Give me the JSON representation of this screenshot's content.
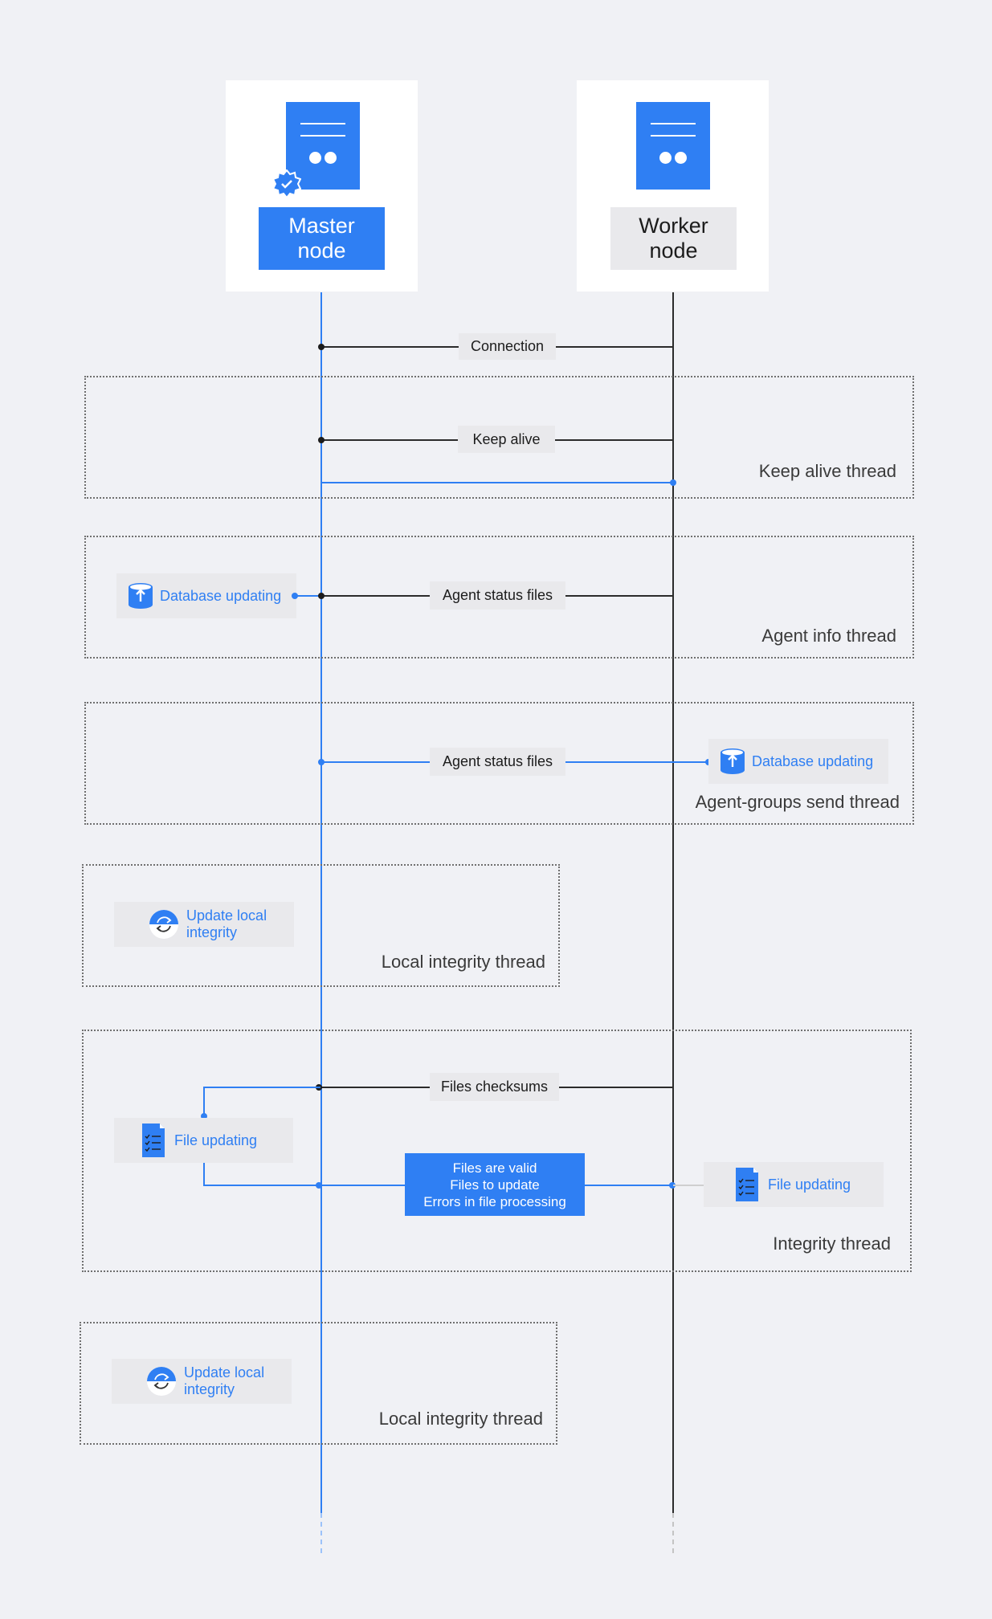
{
  "nodes": {
    "master": {
      "label": "Master\nnode"
    },
    "worker": {
      "label": "Worker\nnode"
    }
  },
  "messages": {
    "connection": "Connection",
    "keep_alive": "Keep alive",
    "agent_status_files_1": "Agent status files",
    "agent_status_files_2": "Agent status files",
    "files_checksums": "Files checksums"
  },
  "actions": {
    "db_updating_master": "Database updating",
    "db_updating_worker": "Database updating",
    "update_local_integrity_1": "Update local\nintegrity",
    "file_updating_master": "File updating",
    "file_updating_worker": "File updating",
    "update_local_integrity_2": "Update local\nintegrity"
  },
  "results": {
    "integrity_result": "Files are valid\nFiles to update\nErrors in file processing"
  },
  "threads": {
    "keep_alive": "Keep alive thread",
    "agent_info": "Agent info thread",
    "agent_groups_send": "Agent-groups send thread",
    "local_integrity_1": "Local integrity thread",
    "integrity": "Integrity thread",
    "local_integrity_2": "Local integrity thread"
  },
  "colors": {
    "accent": "#2f7ff3",
    "background": "#f0f1f5",
    "label_bg": "#e9e9ec",
    "line_dark": "#1c1c1c"
  },
  "icons": {
    "master_badge": "verified-badge-icon",
    "database": "database-upload-icon",
    "sync": "sync-icon",
    "file": "file-checklist-icon"
  }
}
